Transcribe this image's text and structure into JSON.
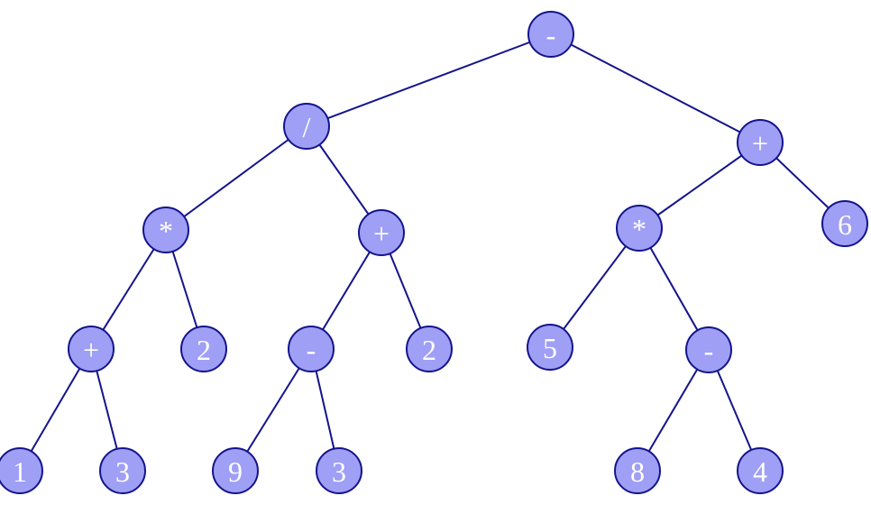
{
  "colors": {
    "node_fill": "#9f9ff5",
    "node_stroke": "#14148c",
    "edge": "#14148c",
    "label": "#ffffff"
  },
  "nodes": [
    {
      "id": "n0",
      "label": "-"
    },
    {
      "id": "n1",
      "label": "/"
    },
    {
      "id": "n2",
      "label": "+"
    },
    {
      "id": "n3",
      "label": "*"
    },
    {
      "id": "n4",
      "label": "+"
    },
    {
      "id": "n5",
      "label": "*"
    },
    {
      "id": "n6",
      "label": "6"
    },
    {
      "id": "n7",
      "label": "+"
    },
    {
      "id": "n8",
      "label": "2"
    },
    {
      "id": "n9",
      "label": "-"
    },
    {
      "id": "n10",
      "label": "2"
    },
    {
      "id": "n11",
      "label": "5"
    },
    {
      "id": "n12",
      "label": "-"
    },
    {
      "id": "n13",
      "label": "1"
    },
    {
      "id": "n14",
      "label": "3"
    },
    {
      "id": "n15",
      "label": "9"
    },
    {
      "id": "n16",
      "label": "3"
    },
    {
      "id": "n17",
      "label": "8"
    },
    {
      "id": "n18",
      "label": "4"
    }
  ],
  "edges": [
    [
      "n0",
      "n1"
    ],
    [
      "n0",
      "n2"
    ],
    [
      "n1",
      "n3"
    ],
    [
      "n1",
      "n4"
    ],
    [
      "n2",
      "n5"
    ],
    [
      "n2",
      "n6"
    ],
    [
      "n3",
      "n7"
    ],
    [
      "n3",
      "n8"
    ],
    [
      "n4",
      "n9"
    ],
    [
      "n4",
      "n10"
    ],
    [
      "n5",
      "n11"
    ],
    [
      "n5",
      "n12"
    ],
    [
      "n7",
      "n13"
    ],
    [
      "n7",
      "n14"
    ],
    [
      "n9",
      "n15"
    ],
    [
      "n9",
      "n16"
    ],
    [
      "n12",
      "n17"
    ],
    [
      "n12",
      "n18"
    ]
  ]
}
